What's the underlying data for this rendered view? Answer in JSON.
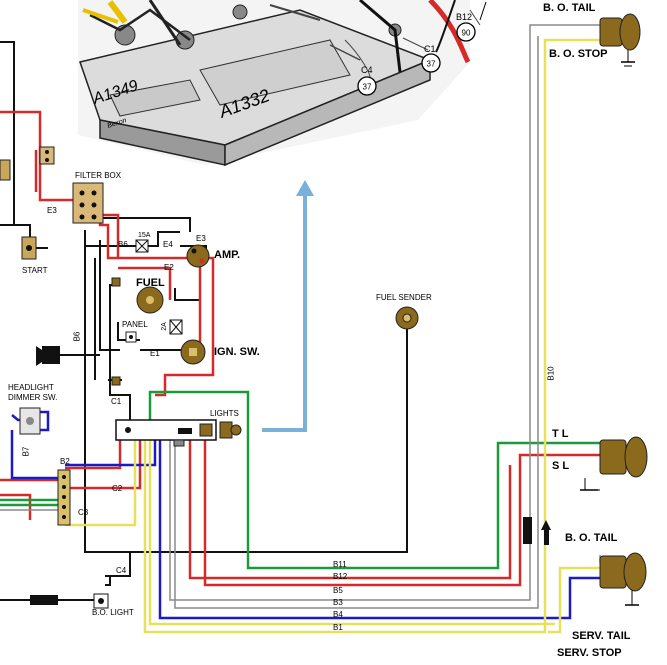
{
  "inset": {
    "part_a": "A1349",
    "part_b": "A1332",
    "brand": "Bexon"
  },
  "bubbles": [
    {
      "wire": "B12",
      "num": "90"
    },
    {
      "wire": "C1",
      "num": "37"
    },
    {
      "wire": "C4",
      "num": "37"
    }
  ],
  "labels": {
    "bo_tail_top": "B. O. TAIL",
    "bo_stop": "B. O. STOP",
    "filter_box": "FILTER BOX",
    "start": "START",
    "amp": "AMP.",
    "fuel": "FUEL",
    "panel": "PANEL",
    "ign_sw": "IGN. SW.",
    "fuel_sender": "FUEL SENDER",
    "headlight_dimmer_1": "HEADLIGHT",
    "headlight_dimmer_2": "DIMMER SW.",
    "lights": "LIGHTS",
    "tl": "T L",
    "sl": "S L",
    "bo_tail_bottom": "B. O. TAIL",
    "serv_tail": "SERV. TAIL",
    "serv_stop": "SERV. STOP",
    "bo_light": "B.O. LIGHT",
    "fuse_15a": "15A",
    "fuse_2a": "2A"
  },
  "wire_labels": {
    "e3_left": "E3",
    "b6_top": "B6",
    "e4": "E4",
    "e3_right": "E3",
    "e2": "E2",
    "e1": "E1",
    "b6_vert": "B6",
    "c1": "C1",
    "b7": "B7",
    "b2": "B2",
    "c2": "C2",
    "c3": "C3",
    "c4": "C4",
    "b10": "B10",
    "b11": "B11",
    "b12": "B12",
    "b5": "B5",
    "b3": "B3",
    "b4": "B4",
    "b1": "B1"
  },
  "colors": {
    "red": "#d42a2a",
    "green": "#1a9a3a",
    "blue": "#1a1ac8",
    "yellow": "#e6e05a",
    "black": "#111111",
    "grey": "#8a8a8a",
    "arrow": "#7ab0dc",
    "lamp": "#8b6a1e"
  }
}
